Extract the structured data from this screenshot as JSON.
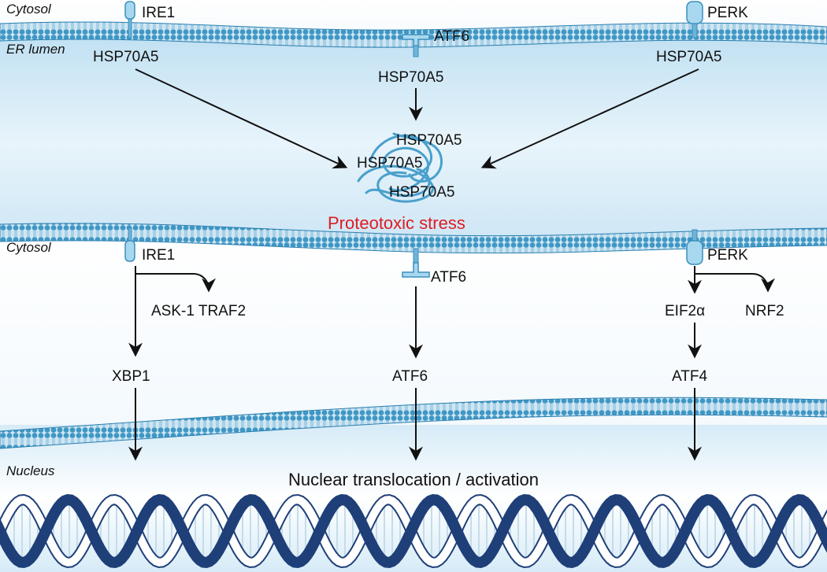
{
  "regions": {
    "cytosol_top": "Cytosol",
    "er_lumen": "ER lumen",
    "cytosol_mid": "Cytosol",
    "nucleus": "Nucleus"
  },
  "er_sensors_top": {
    "ire1": "IRE1",
    "atf6": "ATF6",
    "perk": "PERK",
    "hsp_left": "HSP70A5",
    "hsp_center": "HSP70A5",
    "hsp_right": "HSP70A5"
  },
  "aggregate": {
    "labels": [
      "HSP70A5",
      "HSP70A5",
      "HSP70A5"
    ],
    "stress_label": "Proteotoxic stress"
  },
  "cytosol_pathways": {
    "ire1": "IRE1",
    "atf6": "ATF6",
    "perk": "PERK",
    "ask_traf": "ASK-1 TRAF2",
    "eif2a": "EIF2α",
    "nrf2": "NRF2",
    "xbp1": "XBP1",
    "atf6_active": "ATF6",
    "atf4": "ATF4"
  },
  "nucleus_label": "Nuclear translocation / activation",
  "colors": {
    "membrane_head": "#3f97c4",
    "membrane_band": "#2b7fb0",
    "protein": "#a8d8ef",
    "protein_stroke": "#3a8fbd",
    "dna_dark": "#1f3f78",
    "dna_light": "#ffffff",
    "stress_text": "#e01b22",
    "arrow": "#111111"
  }
}
